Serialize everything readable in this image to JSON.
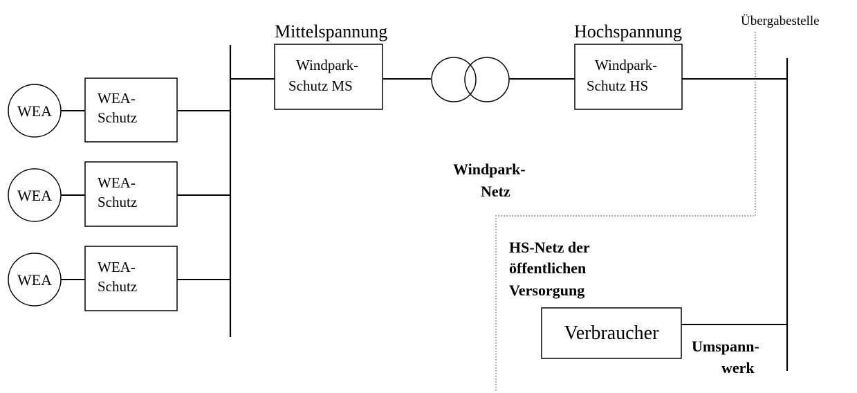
{
  "labels": {
    "medium_voltage": "Mittelspannung",
    "high_voltage": "Hochspannung",
    "transfer_point": "Übergabestelle",
    "windpark_net_line1": "Windpark-",
    "windpark_net_line2": "Netz",
    "public_net_line1": "HS-Netz der",
    "public_net_line2": "öffentlichen",
    "public_net_line3": "Versorgung",
    "substation_line1": "Umspann-",
    "substation_line2": "werk"
  },
  "turbines": [
    {
      "generator": "WEA",
      "protection_line1": "WEA-",
      "protection_line2": "Schutz"
    },
    {
      "generator": "WEA",
      "protection_line1": "WEA-",
      "protection_line2": "Schutz"
    },
    {
      "generator": "WEA",
      "protection_line1": "WEA-",
      "protection_line2": "Schutz"
    }
  ],
  "protection_ms": {
    "line1": "Windpark-",
    "line2": "Schutz MS"
  },
  "protection_hs": {
    "line1": "Windpark-",
    "line2": "Schutz HS"
  },
  "consumer": {
    "label": "Verbraucher"
  }
}
